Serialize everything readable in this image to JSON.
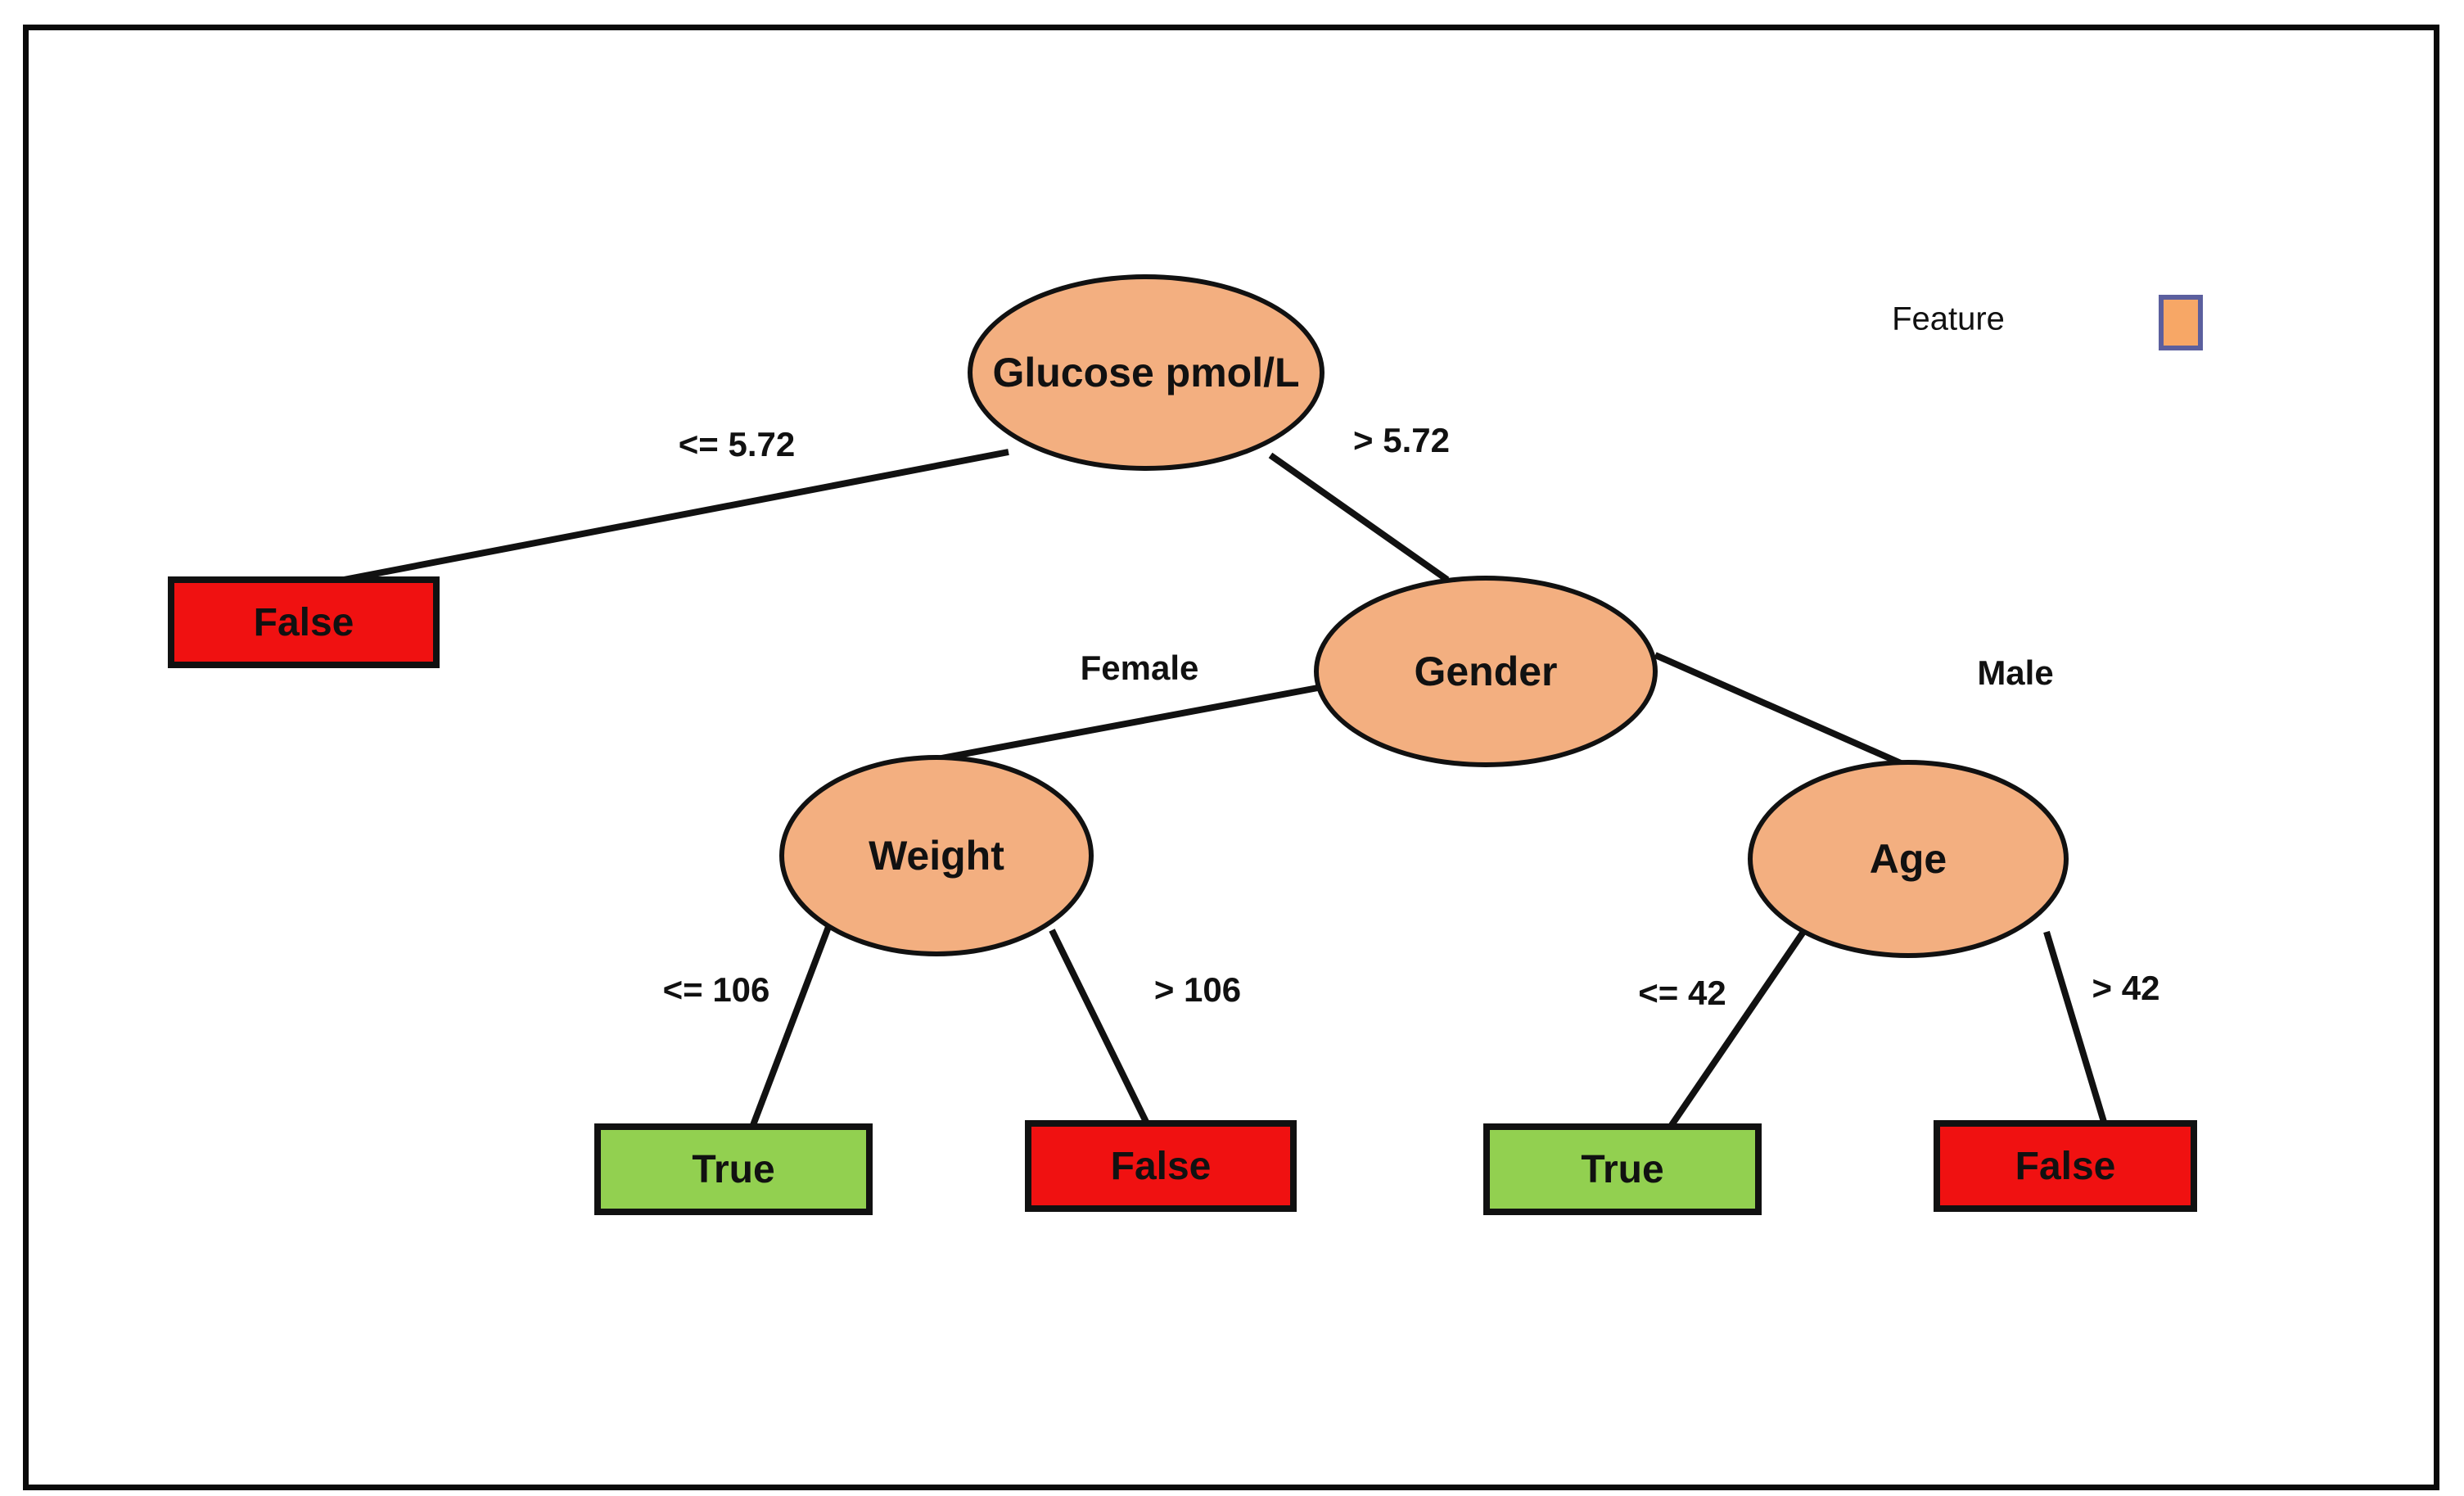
{
  "figure": {
    "type": "decision-tree-diagram",
    "legend": {
      "label": "Feature"
    }
  },
  "colors": {
    "background": "#FFFFFF",
    "frame_border": "#0A0A0A",
    "feature_node_fill": "#F3AF80",
    "node_stroke": "#111111",
    "true_leaf_fill": "#92D050",
    "false_leaf_fill": "#F01111",
    "leaf_stroke": "#111111",
    "edge_color": "#111111",
    "legend_swatch_fill": "#F7A766",
    "legend_swatch_border": "#5B5F9E",
    "text": "#111111"
  },
  "tree": {
    "root": {
      "node": "Glucose pmol/L",
      "branches": [
        {
          "condition": "<= 5.72",
          "result": "False"
        },
        {
          "condition": "> 5.72",
          "node": "Gender",
          "branches": [
            {
              "condition": "Female",
              "node": "Weight",
              "branches": [
                {
                  "condition": "<= 106",
                  "result": "True"
                },
                {
                  "condition": "> 106",
                  "result": "False"
                }
              ]
            },
            {
              "condition": "Male",
              "node": "Age",
              "branches": [
                {
                  "condition": "<= 42",
                  "result": "True"
                },
                {
                  "condition": "> 42",
                  "result": "False"
                }
              ]
            }
          ]
        }
      ]
    }
  }
}
